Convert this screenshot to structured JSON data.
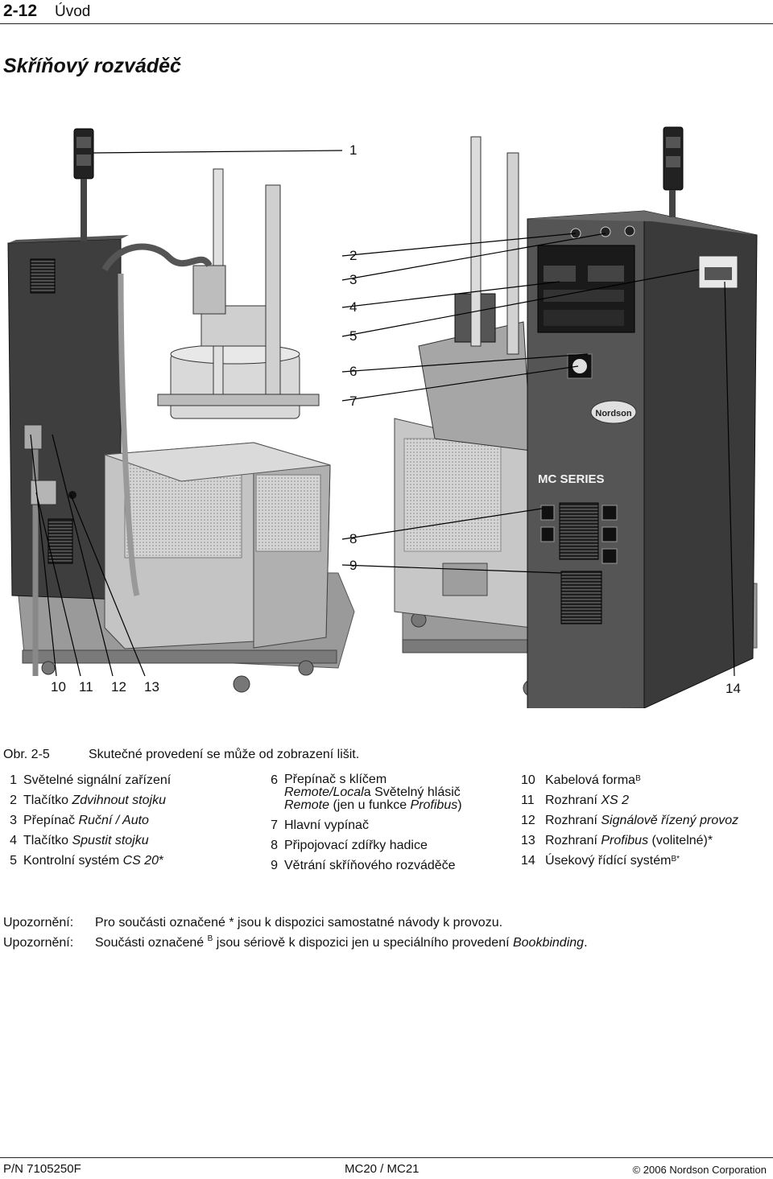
{
  "header": {
    "page_number": "2-12",
    "chapter": "Úvod"
  },
  "section_title": "Skříňový rozváděč",
  "figure": {
    "callouts_right": [
      "1",
      "2",
      "3",
      "4",
      "5",
      "6",
      "7",
      "8",
      "9"
    ],
    "callouts_bottom": [
      "10",
      "11",
      "12",
      "13",
      "14"
    ],
    "panel_brand": "Nordson",
    "panel_series": "MC SERIES",
    "caption_number": "Obr. 2-5",
    "caption_text": "Skutečné provedení se může od zobrazení lišit."
  },
  "legend": {
    "col1": [
      {
        "num": "1",
        "pre": "Světelné signální zařízení",
        "em": "",
        "post": ""
      },
      {
        "num": "2",
        "pre": "Tlačítko ",
        "em": "Zdvihnout stojku",
        "post": ""
      },
      {
        "num": "3",
        "pre": "Přepínač ",
        "em": "Ruční / Auto",
        "post": ""
      },
      {
        "num": "4",
        "pre": "Tlačítko ",
        "em": "Spustit stojku",
        "post": ""
      },
      {
        "num": "5",
        "pre": "Kontrolní systém ",
        "em": "CS 20",
        "post": "*"
      }
    ],
    "col2": {
      "item6_num": "6",
      "item6_line1": "Přepínač s klíčem",
      "item6_line2_em": "Remote/Local",
      "item6_line2_rest": "a Světelný hlásič",
      "item6_line3_em1": "Remote",
      "item6_line3_mid": " (jen u funkce ",
      "item6_line3_em2": "Profibus",
      "item6_line3_end": ")",
      "items": [
        {
          "num": "7",
          "text": "Hlavní vypínač"
        },
        {
          "num": "8",
          "text": "Připojovací zdířky hadice"
        },
        {
          "num": "9",
          "text": "Větrání skříňového rozváděče"
        }
      ]
    },
    "col3": [
      {
        "num": "10",
        "pre": "Kabelová forma",
        "em": "",
        "post": "",
        "sup": "B"
      },
      {
        "num": "11",
        "pre": "Rozhraní ",
        "em": "XS 2",
        "post": "",
        "sup": ""
      },
      {
        "num": "12",
        "pre": "Rozhraní ",
        "em": "Signálově řízený provoz",
        "post": "",
        "sup": ""
      },
      {
        "num": "13",
        "pre": "Rozhraní ",
        "em": "Profibus",
        "post": " (volitelné)*",
        "sup": ""
      },
      {
        "num": "14",
        "pre": "Úsekový řídící systém",
        "em": "",
        "post": "",
        "sup": "B*"
      }
    ]
  },
  "notes": [
    {
      "label": "Upozornění:",
      "text": "Pro součásti označené * jsou k dispozici samostatné návody k provozu."
    },
    {
      "label": "Upozornění:",
      "pre": "Součásti označené ",
      "sup": "B",
      "mid": " jsou sériově k dispozici jen u speciálního provedení ",
      "em": "Bookbinding",
      "end": "."
    }
  ],
  "footer": {
    "part_number": "P/N 7105250F",
    "model": "MC20 / MC21",
    "copyright": "© 2006 Nordson Corporation"
  },
  "colors": {
    "cabinet_dark": "#4a4a4a",
    "cabinet_light": "#c9c9c9",
    "frame": "#8a8a8a",
    "ink": "#111111"
  }
}
